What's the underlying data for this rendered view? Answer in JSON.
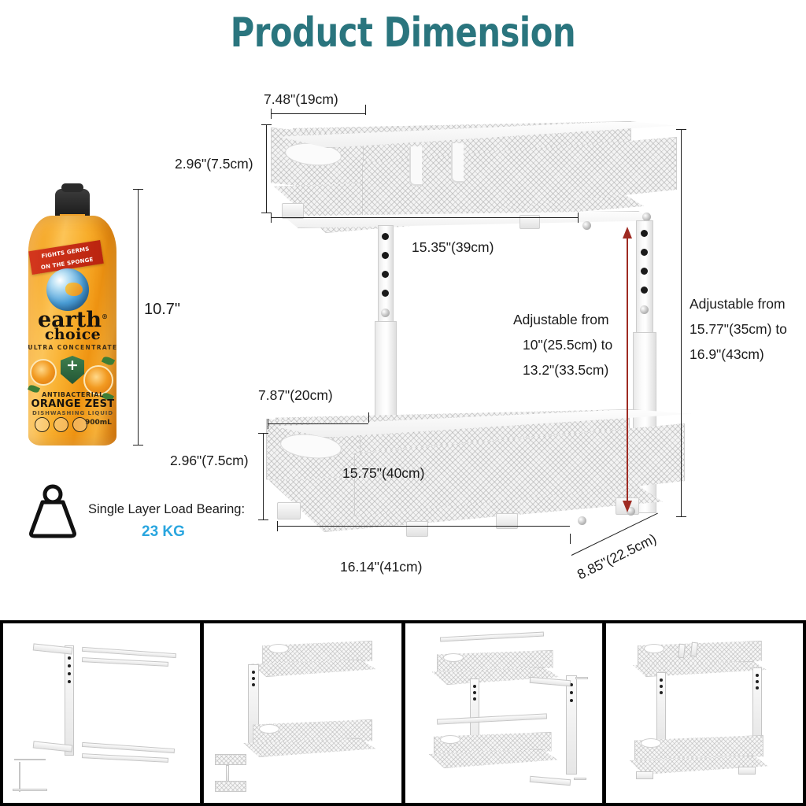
{
  "title": "Product Dimension",
  "colors": {
    "title_teal": "#2a757e",
    "load_blue": "#2aa6df",
    "arrow_red": "#9e2a22"
  },
  "dimensions": {
    "top_shelf_width": "7.48\"(19cm)",
    "top_shelf_height": "2.96\"(7.5cm)",
    "top_shelf_length": "15.35\"(39cm)",
    "bottom_shelf_width": "7.87\"(20cm)",
    "bottom_shelf_height": "2.96\"(7.5cm)",
    "bottom_shelf_inner_length": "15.75\"(40cm)",
    "bottom_base_length": "16.14\"(41cm)",
    "base_depth": "8.85\"(22.5cm)",
    "bottle_height": "10.7\"",
    "tier_gap_line1": "Adjustable from",
    "tier_gap_line2": "10\"(25.5cm) to",
    "tier_gap_line3": "13.2\"(33.5cm)",
    "total_height_line1": "Adjustable from",
    "total_height_line2": "15.77\"(35cm) to",
    "total_height_line3": "16.9\"(43cm)"
  },
  "load_bearing": {
    "label": "Single Layer Load Bearing:",
    "value": "23 KG",
    "icon": "weight-icon"
  },
  "bottle": {
    "banner_line1": "FIGHTS GERMS",
    "banner_line2": "ON THE SPONGE",
    "brand_line1": "earth",
    "brand_sup": "®",
    "brand_line2": "choice",
    "tagline": "ULTRA CONCENTRATE",
    "type_line1": "ANTIBACTERIAL",
    "type_line2": "ORANGE ZEST",
    "type_line3": "DISHWASHING LIQUID",
    "volume": "900mL"
  },
  "thumbnails": [
    {
      "name": "assembly-parts-frame-and-rails"
    },
    {
      "name": "assembled-two-tier-rack"
    },
    {
      "name": "exploded-assembly-with-screws"
    },
    {
      "name": "finished-rack-front-view"
    }
  ]
}
